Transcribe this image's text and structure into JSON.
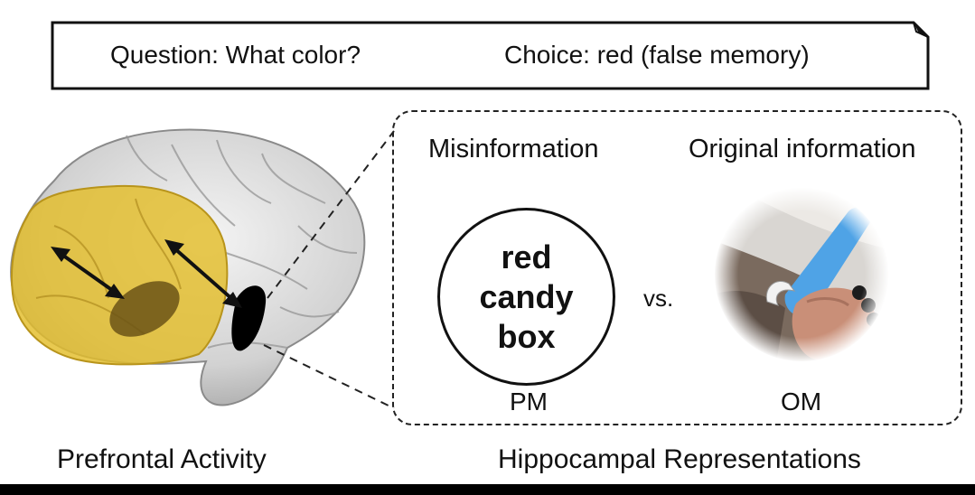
{
  "banner": {
    "question": "Question: What color?",
    "choice": "Choice: red (false memory)"
  },
  "panel": {
    "misinformation_heading": "Misinformation",
    "original_heading": "Original information",
    "circle_words": [
      "red",
      "candy",
      "box"
    ],
    "vs": "vs.",
    "pm_label": "PM",
    "om_label": "OM"
  },
  "captions": {
    "prefrontal": "Prefrontal Activity",
    "hippocampal": "Hippocampal Representations"
  },
  "colors": {
    "prefrontal_highlight": "#e3bd2a",
    "brain_gray": "#cfcfcf",
    "hippocampus": "#000000",
    "photo_device": "#4fa3e6"
  }
}
